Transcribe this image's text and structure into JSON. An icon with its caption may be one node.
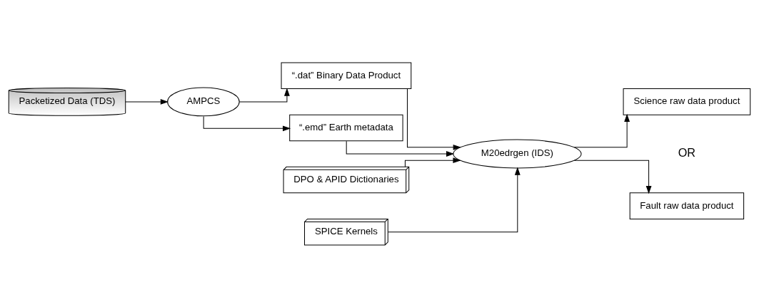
{
  "diagram": {
    "nodes": [
      {
        "text": [
          "Packetized Data (TDS)"
        ]
      },
      {
        "text": [
          "AMPCS"
        ]
      },
      {
        "text": [
          "“.dat” Binary Data Product"
        ]
      },
      {
        "text": [
          "DPO & APID Dictionaries"
        ]
      },
      {
        "text": [
          "M20edrgen (IDS)"
        ]
      },
      {
        "text": [
          "“.emd” Earth metadata"
        ]
      },
      {
        "text": [
          "SPICE Kernels"
        ]
      },
      {
        "text": [
          "Science raw data product"
        ]
      },
      {
        "text": [
          "Fault raw data product"
        ]
      }
    ],
    "edges": [
      {
        "from": 0,
        "to": 1,
        "arrow": "to"
      },
      {
        "from": 1,
        "to": 2,
        "arrow": "to"
      },
      {
        "from": 1,
        "to": 5,
        "arrow": "to"
      },
      {
        "from": 2,
        "to": 4,
        "arrow": "to"
      },
      {
        "from": 3,
        "to": 4,
        "arrow": "to"
      },
      {
        "from": 5,
        "to": 4,
        "arrow": "to"
      },
      {
        "from": 6,
        "to": 4,
        "arrow": "to"
      },
      {
        "from": 4,
        "to": 7,
        "arrow": "to"
      },
      {
        "from": 4,
        "to": 8,
        "arrow": "to"
      }
    ],
    "labels": [
      "OR"
    ]
  }
}
